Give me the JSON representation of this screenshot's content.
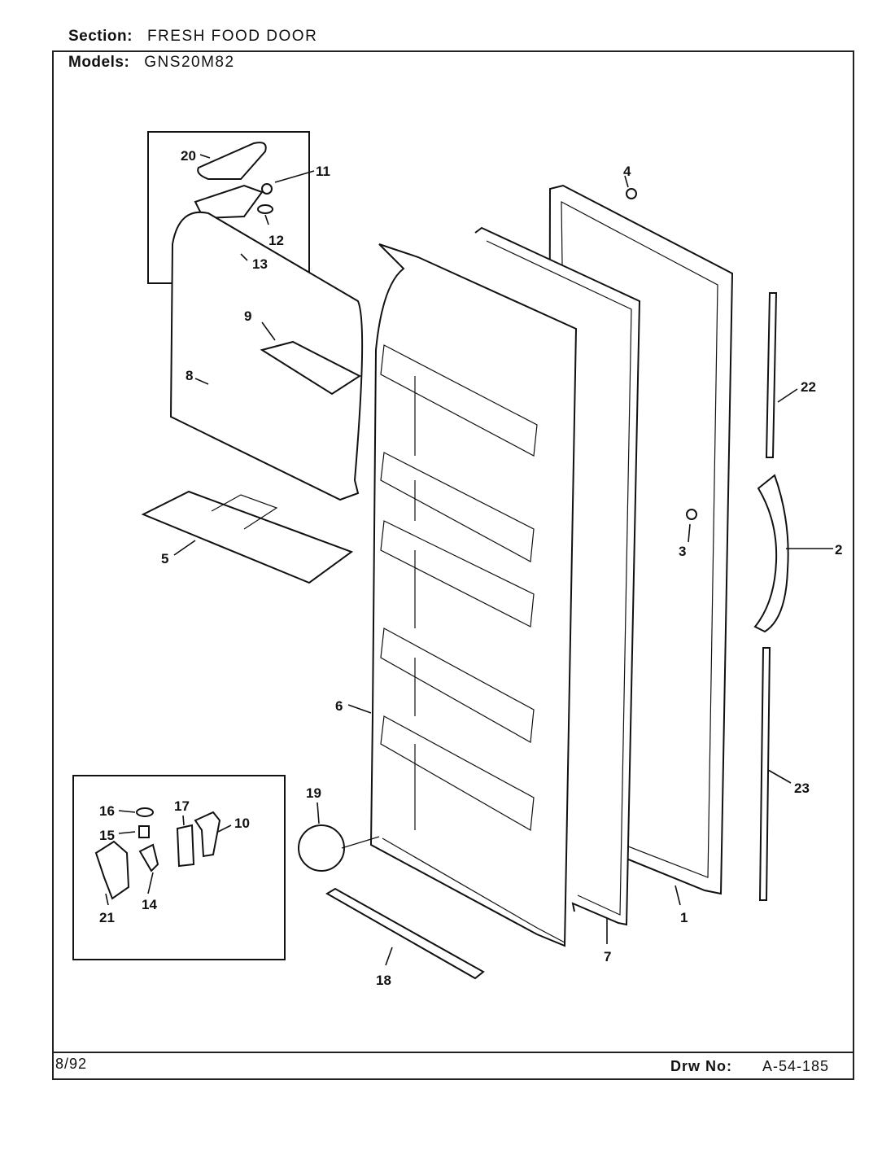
{
  "header": {
    "section_label": "Section:",
    "section_value": "FRESH FOOD DOOR",
    "models_label": "Models:",
    "models_value": "GNS20M82"
  },
  "footer": {
    "date": "8/92",
    "drawing_label": "Drw No:",
    "drawing_number": "A-54-185"
  },
  "callouts": [
    "1",
    "2",
    "3",
    "4",
    "5",
    "6",
    "7",
    "8",
    "9",
    "10",
    "11",
    "12",
    "13",
    "14",
    "15",
    "16",
    "17",
    "18",
    "19",
    "20",
    "21",
    "22",
    "23"
  ]
}
